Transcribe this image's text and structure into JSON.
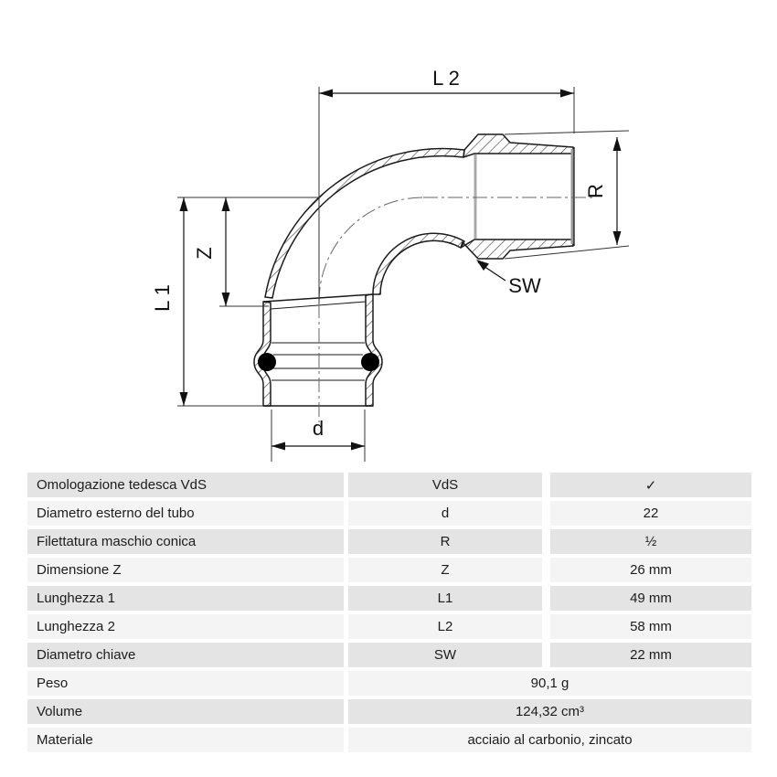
{
  "drawing": {
    "labels": {
      "l2": "L 2",
      "r": "R",
      "sw": "SW",
      "z": "Z",
      "l1": "L 1",
      "d": "d"
    }
  },
  "table": {
    "rows": [
      {
        "label": "Omologazione tedesca VdS",
        "symbol": "VdS",
        "value": "✓"
      },
      {
        "label": "Diametro esterno del tubo",
        "symbol": "d",
        "value": "22"
      },
      {
        "label": "Filettatura maschio conica",
        "symbol": "R",
        "value": "½"
      },
      {
        "label": "Dimensione Z",
        "symbol": "Z",
        "value": "26 mm"
      },
      {
        "label": "Lunghezza 1",
        "symbol": "L1",
        "value": "49 mm"
      },
      {
        "label": "Lunghezza 2",
        "symbol": "L2",
        "value": "58 mm"
      },
      {
        "label": "Diametro chiave",
        "symbol": "SW",
        "value": "22 mm"
      },
      {
        "label": "Peso",
        "value": "90,1 g"
      },
      {
        "label": "Volume",
        "value": "124,32 cm³"
      },
      {
        "label": "Materiale",
        "value": "acciaio al carbonio, zincato"
      }
    ]
  },
  "colors": {
    "row_dark": "#e4e4e4",
    "row_light": "#f4f4f4",
    "line": "#1a1a1a"
  }
}
